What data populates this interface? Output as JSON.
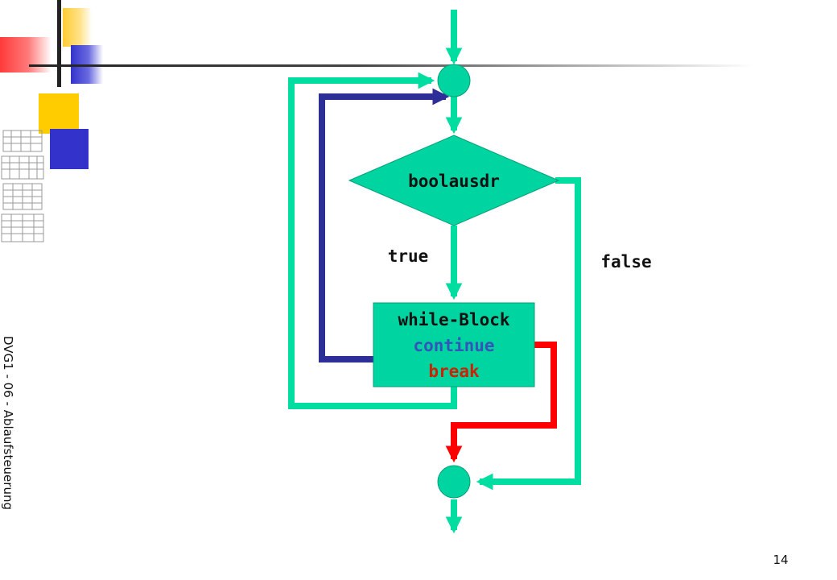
{
  "side_caption": "DVG1 - 06 - Ablaufsteuerung",
  "slide_number": "14",
  "diagram": {
    "decision_label": "boolausdr",
    "true_label": "true",
    "false_label": "false",
    "block_title": "while-Block",
    "continue_label": "continue",
    "break_label": "break"
  },
  "colors": {
    "flow": "#00dda0",
    "node_fill": "#00d4a0",
    "continue_path": "#2e2e99",
    "break_path": "#ff0000",
    "continue_text": "#3355bb",
    "break_text": "#cc2200",
    "accent_yellow": "#ffcc00",
    "accent_blue": "#3333cc",
    "accent_red": "#ff3a3a"
  }
}
